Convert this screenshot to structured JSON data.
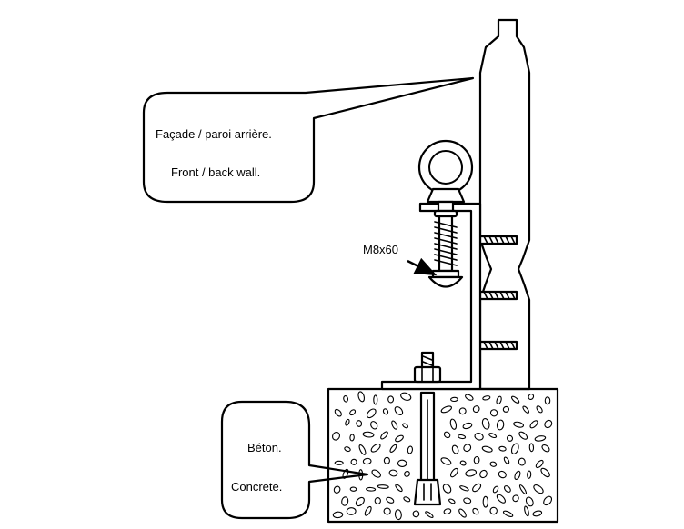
{
  "callouts": {
    "wall": {
      "line_fr": "Façade / paroi arrière.",
      "line_en": "Front / back wall."
    },
    "concrete": {
      "line_fr": "Béton.",
      "line_en": "Concrete."
    }
  },
  "bolt_label": "M8x60"
}
